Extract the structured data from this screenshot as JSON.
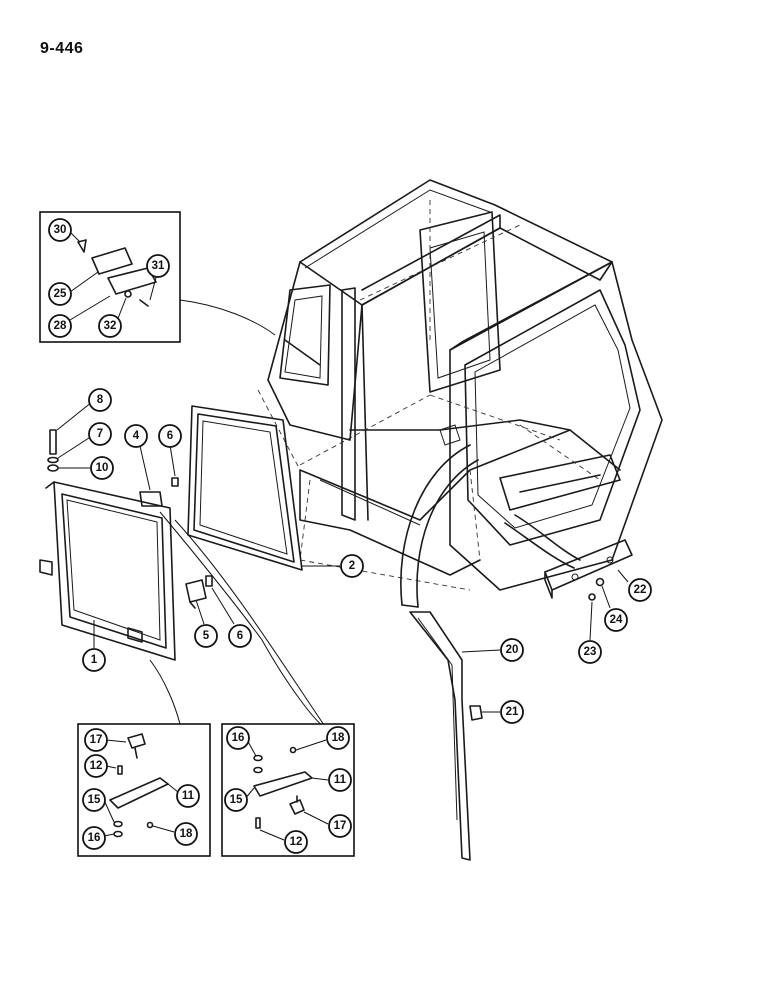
{
  "page_number": "9-446",
  "callouts": [
    {
      "label": "30"
    },
    {
      "label": "31"
    },
    {
      "label": "25"
    },
    {
      "label": "28"
    },
    {
      "label": "32"
    },
    {
      "label": "8"
    },
    {
      "label": "7"
    },
    {
      "label": "10"
    },
    {
      "label": "4"
    },
    {
      "label": "6"
    },
    {
      "label": "2"
    },
    {
      "label": "5"
    },
    {
      "label": "6"
    },
    {
      "label": "1"
    },
    {
      "label": "20"
    },
    {
      "label": "21"
    },
    {
      "label": "22"
    },
    {
      "label": "24"
    },
    {
      "label": "23"
    },
    {
      "label": "17"
    },
    {
      "label": "12"
    },
    {
      "label": "11"
    },
    {
      "label": "15"
    },
    {
      "label": "16"
    },
    {
      "label": "18"
    },
    {
      "label": "16"
    },
    {
      "label": "18"
    },
    {
      "label": "11"
    },
    {
      "label": "15"
    },
    {
      "label": "17"
    },
    {
      "label": "12"
    }
  ]
}
